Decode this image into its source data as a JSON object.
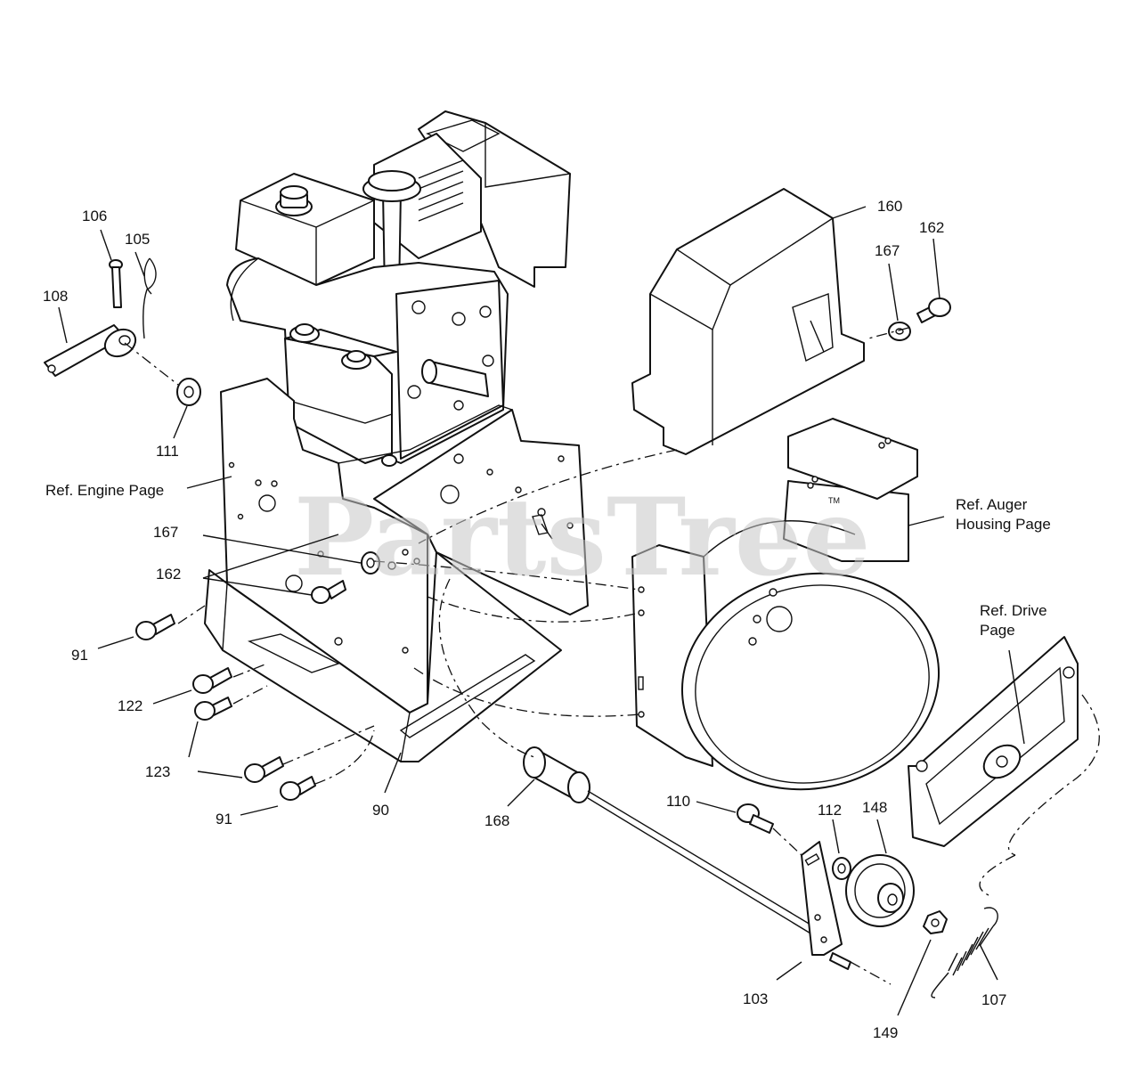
{
  "watermark": "PartsTree",
  "callouts": {
    "c106": "106",
    "c105": "105",
    "c108": "108",
    "c111": "111",
    "c160": "160",
    "c162a": "162",
    "c167a": "167",
    "c167b": "167",
    "c162b": "162",
    "c91a": "91",
    "c122": "122",
    "c123": "123",
    "c91b": "91",
    "c90": "90",
    "c168": "168",
    "c110": "110",
    "c112": "112",
    "c148": "148",
    "c103": "103",
    "c149": "149",
    "c107": "107"
  },
  "refs": {
    "engine": "Ref. Engine Page",
    "auger_1": "Ref. Auger",
    "auger_2": "Housing Page",
    "drive_1": "Ref. Drive",
    "drive_2": "Page"
  },
  "trademark": "TM"
}
